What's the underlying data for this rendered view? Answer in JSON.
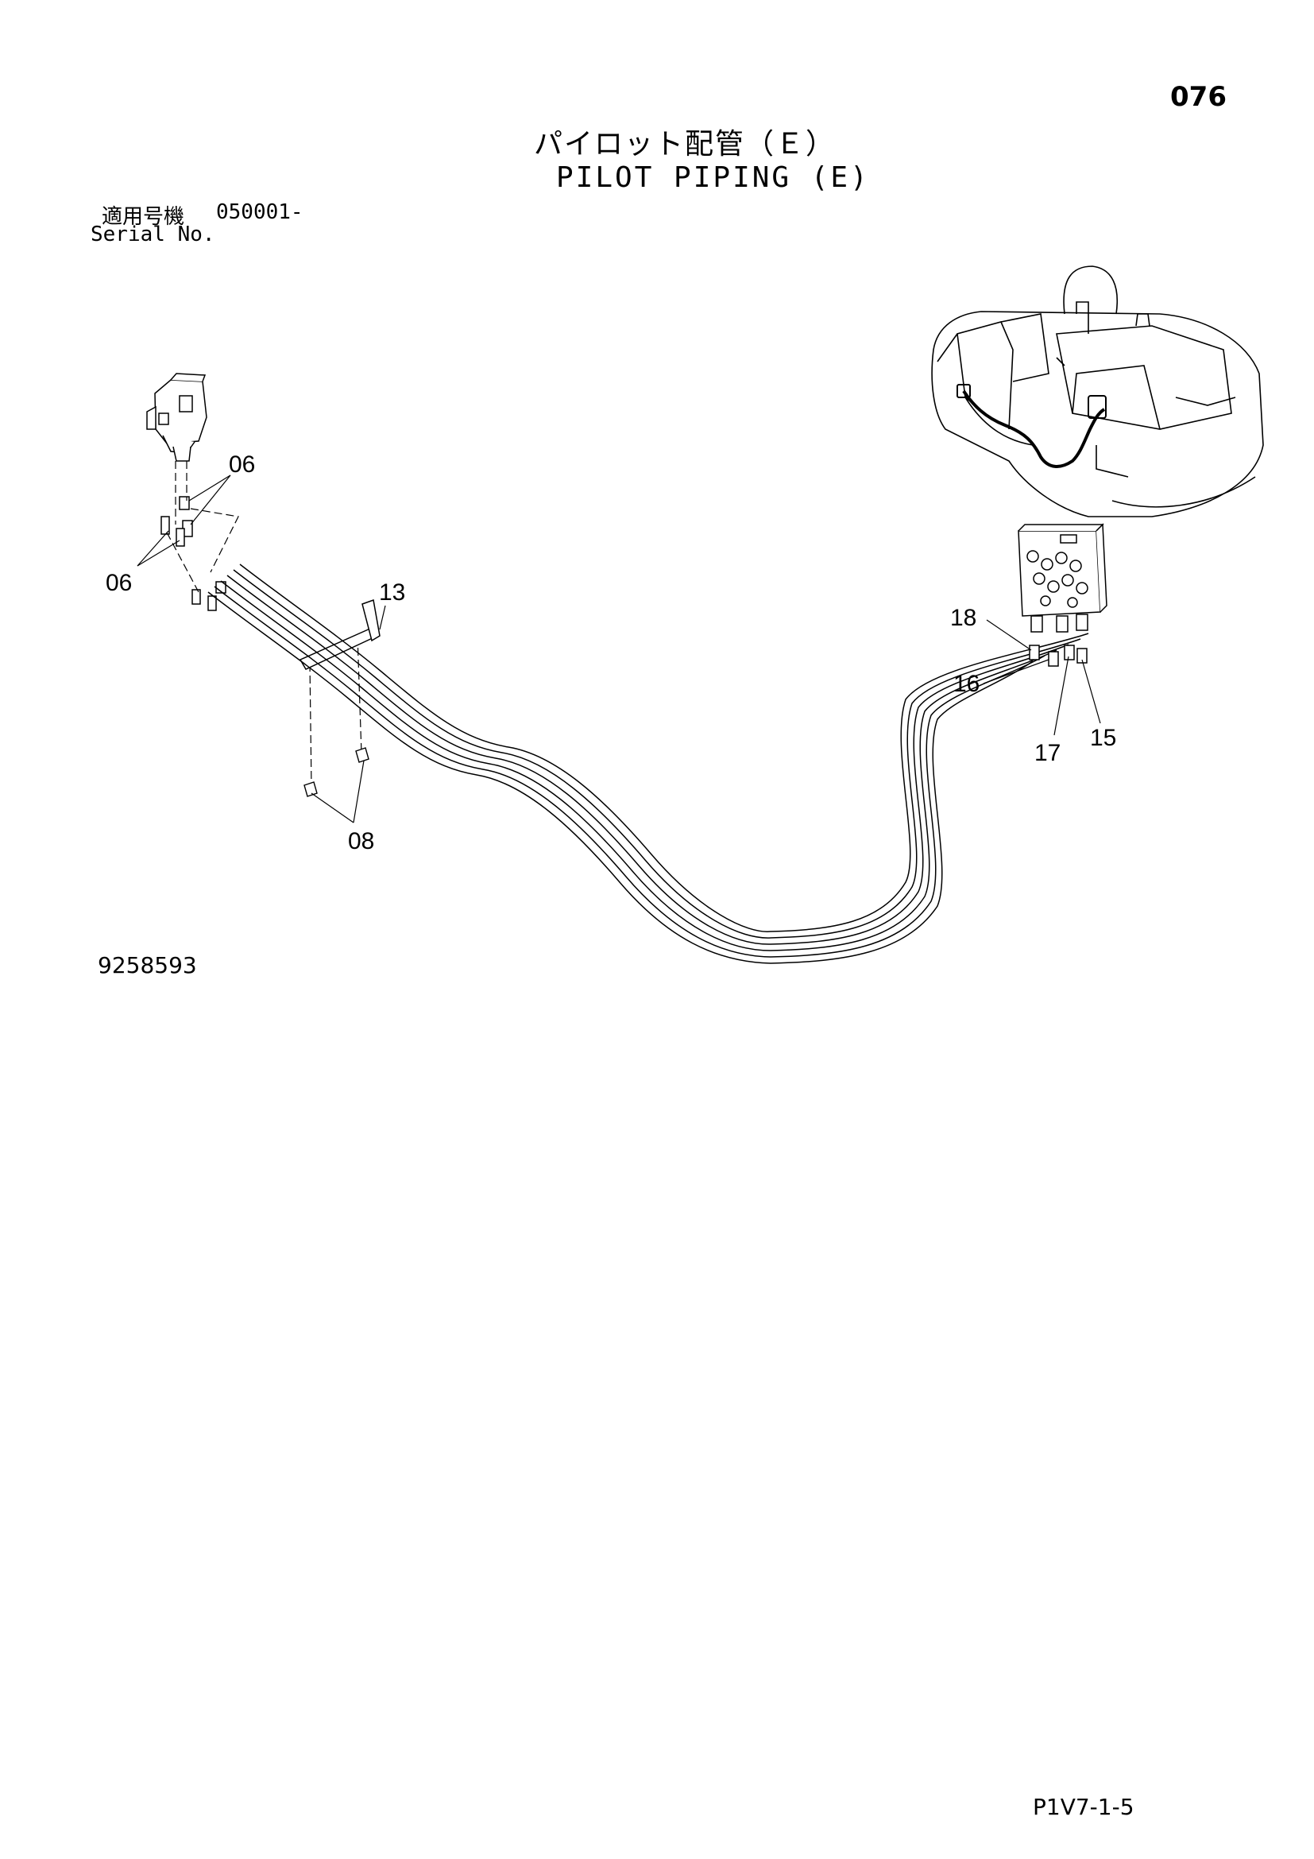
{
  "page_number": "076",
  "title_jp": "パイロット配管（Ｅ）",
  "title_en": "PILOT PIPING (E)",
  "serial_label_jp": "適用号機",
  "serial_value": "050001-",
  "serial_label_en": "Serial No.",
  "drawing_number": "9258593",
  "reference_code": "P1V7-1-5",
  "callouts": {
    "c06a": "06",
    "c06b": "06",
    "c13": "13",
    "c08": "08",
    "c18": "18",
    "c16": "16",
    "c17": "17",
    "c15": "15"
  }
}
